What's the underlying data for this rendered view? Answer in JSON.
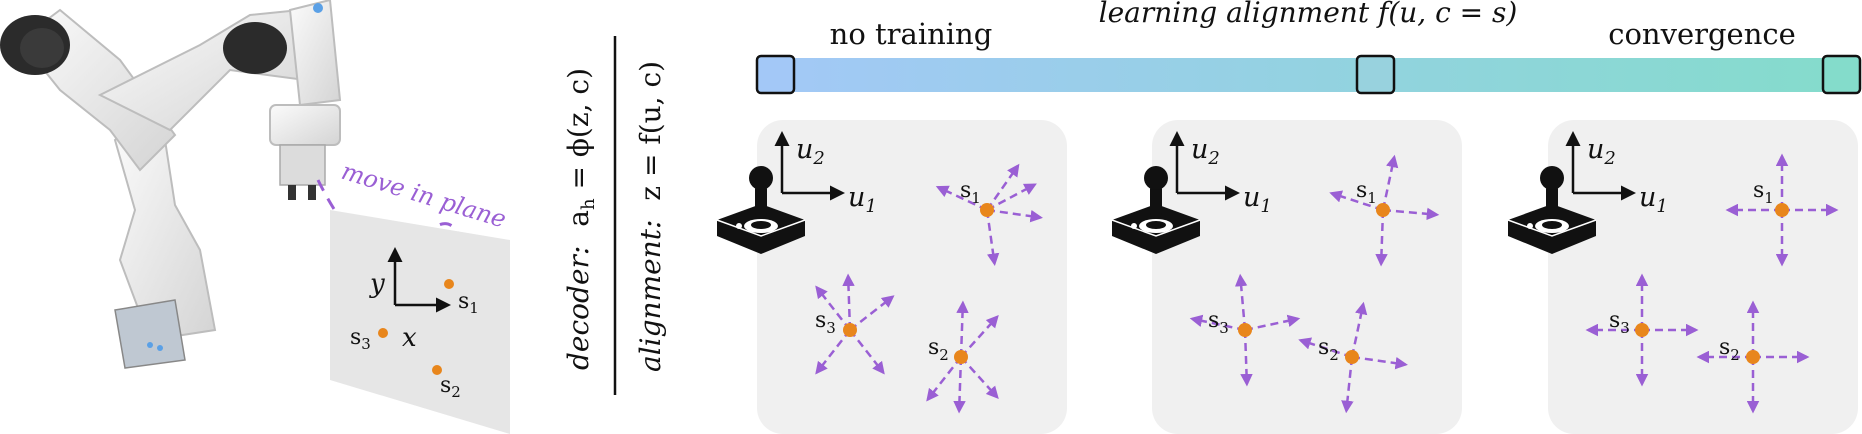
{
  "robot_caption": "move in plane",
  "plane": {
    "axis_y": "y",
    "axis_x": "x",
    "s1": "s",
    "s1_sub": "1",
    "s2": "s",
    "s2_sub": "2",
    "s3": "s",
    "s3_sub": "3"
  },
  "equations": {
    "decoder_label": "decoder:",
    "decoder_eq_a": "a",
    "decoder_eq_h": "h",
    "decoder_eq_rest": " = ϕ(z, c)",
    "alignment_label": "alignment:",
    "alignment_eq": "z = f(u, c)"
  },
  "timeline": {
    "stage1": "no training",
    "stage2": "learning alignment f(u, c = s)",
    "stage3": "convergence"
  },
  "panel_labels": {
    "u1": "u",
    "u1_sub": "1",
    "u2": "u",
    "u2_sub": "2",
    "s": "s",
    "s1_sub": "1",
    "s2_sub": "2",
    "s3_sub": "3"
  },
  "colors": {
    "arrow": "#9a5fd4",
    "dot": "#e8861c",
    "panel": "#f0f0f0",
    "bar_start": "#a3c8f7",
    "bar_end": "#84dccb",
    "plane": "#e6e6e6"
  },
  "icons": [
    "robot-arm-image",
    "joystick-icon"
  ]
}
